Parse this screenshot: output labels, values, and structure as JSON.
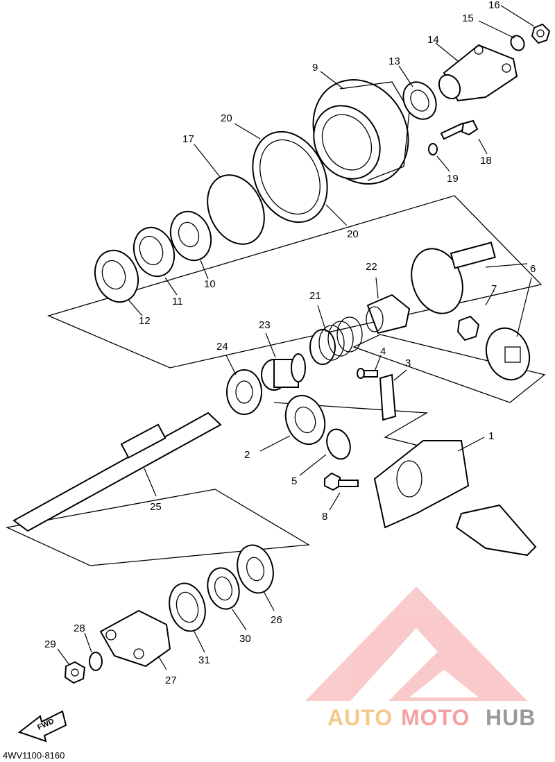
{
  "diagram": {
    "code": "4WV1100-8160",
    "direction_label": "FWD",
    "watermark": {
      "parts": [
        "AUTO",
        "MOTO",
        "HUB"
      ],
      "colors": [
        "#f5c98a",
        "#f3a0a0",
        "#9a9a9a"
      ],
      "logo_color": "#f5a3a3"
    },
    "callouts": [
      "1",
      "2",
      "3",
      "4",
      "5",
      "6",
      "7",
      "8",
      "9",
      "10",
      "11",
      "12",
      "13",
      "14",
      "15",
      "16",
      "17",
      "18",
      "19",
      "20",
      "21",
      "22",
      "23",
      "24",
      "25",
      "26",
      "27",
      "28",
      "29",
      "30",
      "31"
    ],
    "callout_20_second": "20"
  }
}
